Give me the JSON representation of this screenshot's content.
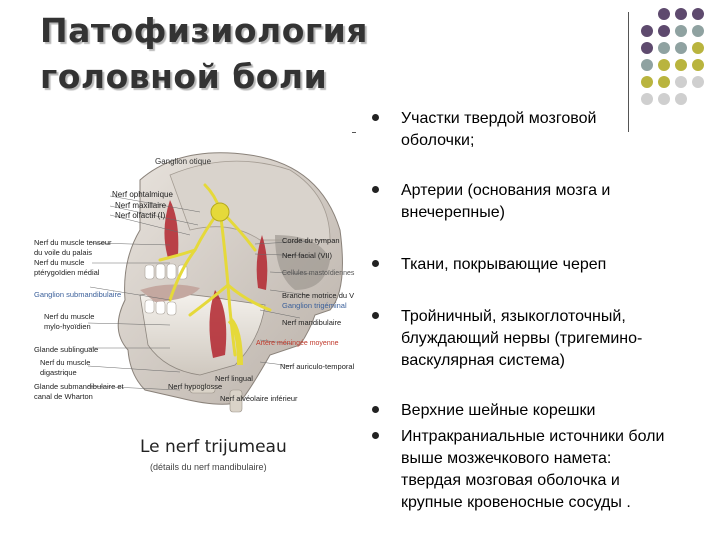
{
  "title": "Патофизиология головной боли",
  "title_lines": [
    "Патофизиология",
    "головной боли"
  ],
  "bullets": [
    "Участки твердой мозговой оболочки;",
    "Артерии (основания мозга и внечерепные)",
    "Ткани, покрывающие череп",
    "Тройничный, языкоглоточный, блуждающий нервы (тригемино-васкулярная система)",
    "Верхние шейные корешки",
    "Интракраниальные источники боли выше мозжечкового намета: твердая мозговая оболочка и крупные кровеносные сосуды ."
  ],
  "figure": {
    "caption": "Le nerf trijumeau",
    "subcaption": "(détails du nerf mandibulaire)",
    "labels_left": [
      "Nerf ophtalmique",
      "Nerf maxillaire",
      "Nerf olfactif (I)",
      "Nerf du muscle tenseur du voile du palais",
      "Nerf du muscle ptérygoïdien médial",
      "Ganglion submandibulaire",
      "Nerf du muscle mylo-hyoïdien",
      "Glande sublinguale",
      "Nerf du muscle digastrique",
      "Glande submandibulaire et canal de Wharton"
    ],
    "labels_right": [
      "Corde du tympan",
      "Nerf facial (VII)",
      "Cellules mastoïdiennes",
      "Branche motrice du V",
      "Ganglion trigéminal",
      "Nerf mandibulaire",
      "Artère méningée moyenne",
      "Nerf auriculo-temporal"
    ],
    "labels_top": [
      "Ganglion otique"
    ],
    "labels_bottom": [
      "Nerf hypoglosse",
      "Nerf lingual",
      "Nerf alvéolaire inférieur"
    ]
  },
  "decor_dots": [
    [
      "#5e4a6e",
      "#5e4a6e",
      "#5e4a6e"
    ],
    [
      "#5e4a6e",
      "#5e4a6e",
      "#8fa2a1",
      "#8fa2a1"
    ],
    [
      "#5e4a6e",
      "#8fa2a1",
      "#8fa2a1",
      "#b9b43e"
    ],
    [
      "#8fa2a1",
      "#b9b43e",
      "#b9b43e",
      "#b9b43e"
    ],
    [
      "#b9b43e",
      "#b9b43e",
      "#cfcfcf",
      "#cfcfcf"
    ],
    [
      "#cfcfcf",
      "#cfcfcf",
      "#cfcfcf"
    ]
  ]
}
